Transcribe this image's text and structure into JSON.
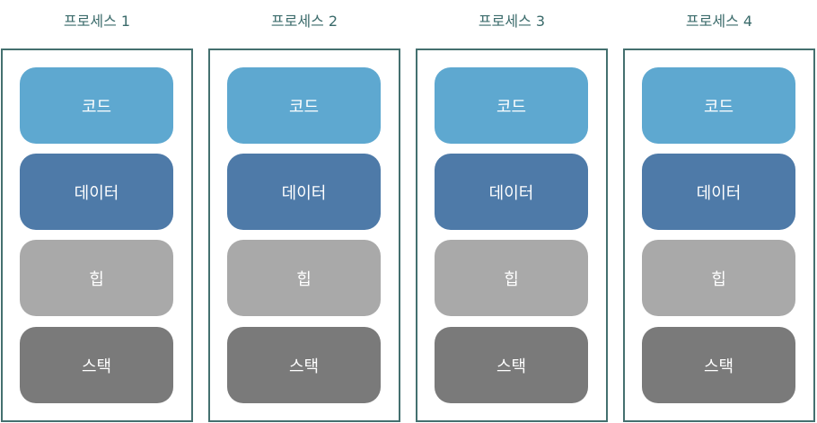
{
  "processes": [
    {
      "title": "프로세스 1",
      "segments": [
        "코드",
        "데이터",
        "힙",
        "스택"
      ]
    },
    {
      "title": "프로세스 2",
      "segments": [
        "코드",
        "데이터",
        "힙",
        "스택"
      ]
    },
    {
      "title": "프로세스 3",
      "segments": [
        "코드",
        "데이터",
        "힙",
        "스택"
      ]
    },
    {
      "title": "프로세스 4",
      "segments": [
        "코드",
        "데이터",
        "힙",
        "스택"
      ]
    }
  ],
  "colors": {
    "code": "#5ea8d0",
    "data": "#4e7aa8",
    "heap": "#a9a9a9",
    "stack": "#7a7a7a",
    "border": "#44706f",
    "title": "#3b6b6b"
  }
}
